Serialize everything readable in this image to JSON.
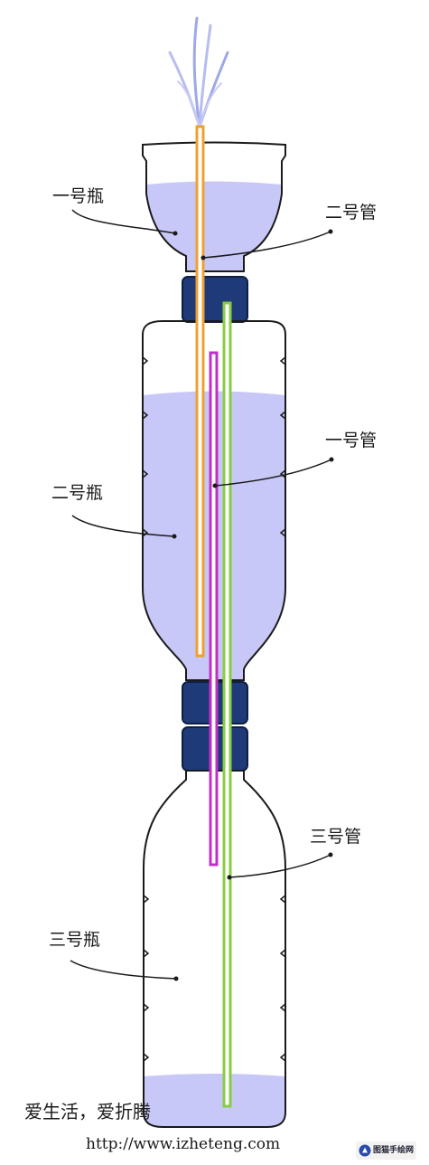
{
  "labels": {
    "bottle1": "一号瓶",
    "bottle2": "二号瓶",
    "bottle3": "三号瓶",
    "tube1": "一号管",
    "tube2": "二号管",
    "tube3": "三号管"
  },
  "footer": {
    "slogan": "爱生活，爱折腾",
    "url": "http://www.izheteng.com"
  },
  "watermark": {
    "text": "图猫手绘网"
  },
  "colors": {
    "water": "#c8c8f8",
    "outline": "#1a1a1a",
    "cap": "#1f3a78",
    "tube_orange": "#f0a030",
    "tube_magenta": "#c030c8",
    "tube_green": "#88cc44",
    "fountain": "#9fa8e8"
  }
}
